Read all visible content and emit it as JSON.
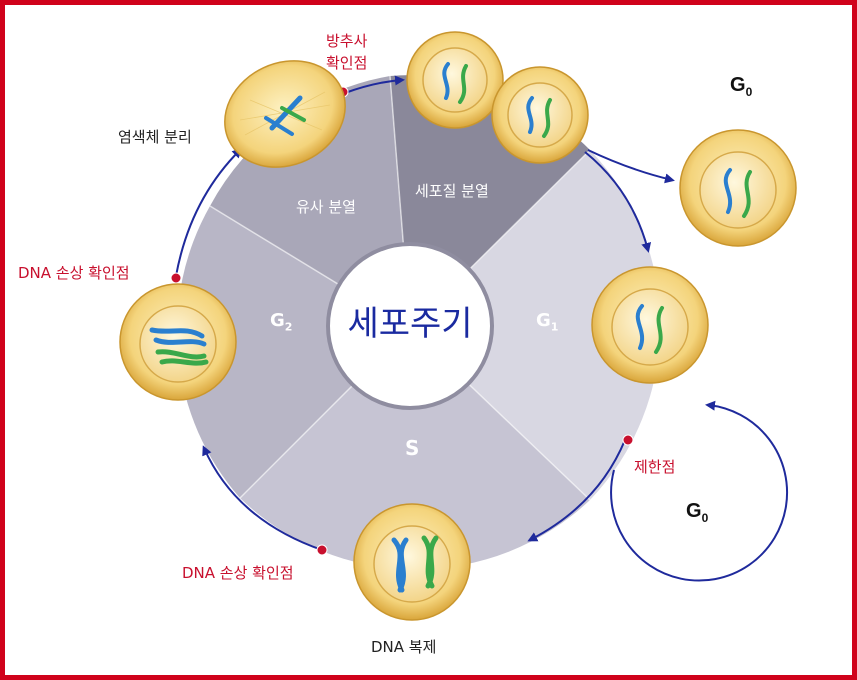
{
  "center_title": "세포주기",
  "phases": {
    "mitosis": "유사 분열",
    "cytokinesis": "세포질 분열",
    "g1": "G",
    "g1_sub": "1",
    "g2": "G",
    "g2_sub": "2",
    "s": "S"
  },
  "g0_top": "G",
  "g0_top_sub": "0",
  "g0_bottom": "G",
  "g0_bottom_sub": "0",
  "labels": {
    "spindle_checkpoint_l1": "방추사",
    "spindle_checkpoint_l2": "확인점",
    "chromosome_separation": "염색체 분리",
    "dna_damage_checkpoint_top": "DNA 손상 확인점",
    "dna_damage_checkpoint_bottom": "DNA 손상 확인점",
    "restriction_point": "제한점",
    "dna_replication": "DNA 복제"
  },
  "colors": {
    "frame": "#d0021b",
    "arrow": "#1f2a9c",
    "checkpoint": "#c8102e",
    "title": "#1a2aa0"
  }
}
